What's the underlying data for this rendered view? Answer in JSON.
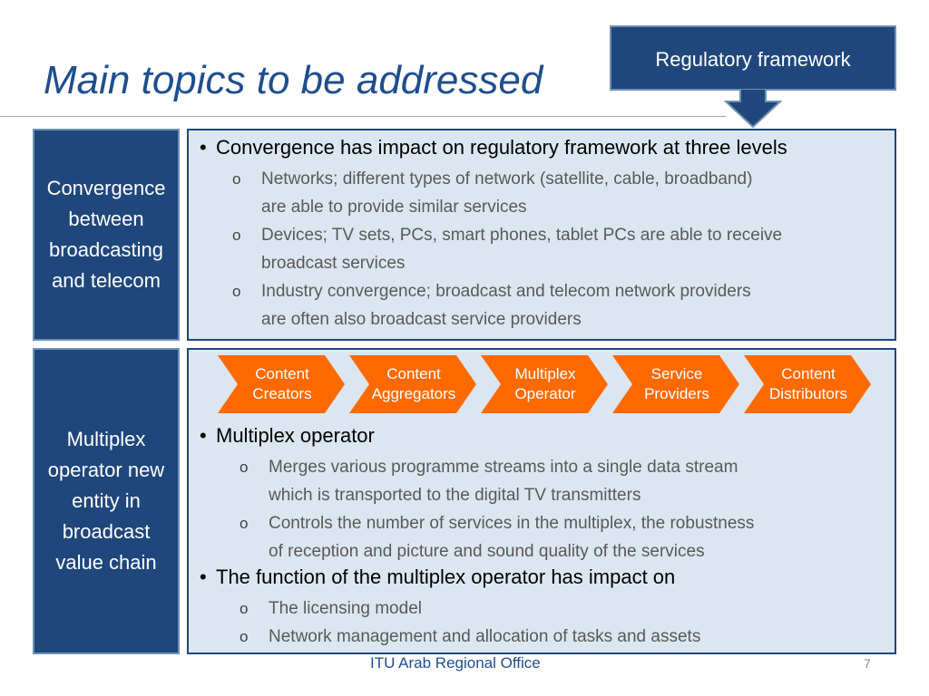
{
  "title": "Main topics to be addressed",
  "regulatory_box": "Regulatory framework",
  "section1": {
    "side_label": "Convergence between broadcasting and telecom",
    "bullet": "Convergence has impact on regulatory framework at three levels",
    "subs": [
      {
        "line1": "Networks; different types of network (satellite, cable, broadband)",
        "line2": "are able to provide similar services"
      },
      {
        "line1": "Devices; TV sets, PCs, smart phones, tablet PCs are able to receive",
        "line2": "broadcast services"
      },
      {
        "line1": "Industry convergence; broadcast and telecom network providers",
        "line2": "are often also broadcast service providers"
      }
    ]
  },
  "section2": {
    "side_label": "Multiplex operator new entity in broadcast value chain",
    "chevrons": [
      {
        "line1": "Content",
        "line2": "Creators"
      },
      {
        "line1": "Content",
        "line2": "Aggregators"
      },
      {
        "line1": "Multiplex",
        "line2": "Operator"
      },
      {
        "line1": "Service",
        "line2": "Providers"
      },
      {
        "line1": "Content",
        "line2": "Distributors"
      }
    ],
    "bullet1": "Multiplex operator",
    "bullet1_subs": [
      {
        "line1": "Merges various programme streams into a single data stream",
        "line2": "which is transported to the digital TV transmitters"
      },
      {
        "line1": "Controls the number of services in the multiplex, the robustness",
        "line2": "of reception and picture and sound quality of the services"
      }
    ],
    "bullet2": "The function of the multiplex operator has impact on",
    "bullet2_subs": [
      {
        "line1": "The licensing model"
      },
      {
        "line1": "Network management and allocation of tasks and assets"
      }
    ]
  },
  "footer": "ITU Arab Regional Office",
  "page_number": "7",
  "sub_marker": "o",
  "bullet_marker": "•",
  "colors": {
    "title": "#1f4e8c",
    "dark_box": "#1f477b",
    "content_bg": "#dce6f0",
    "chevron": "#ff6a00"
  }
}
